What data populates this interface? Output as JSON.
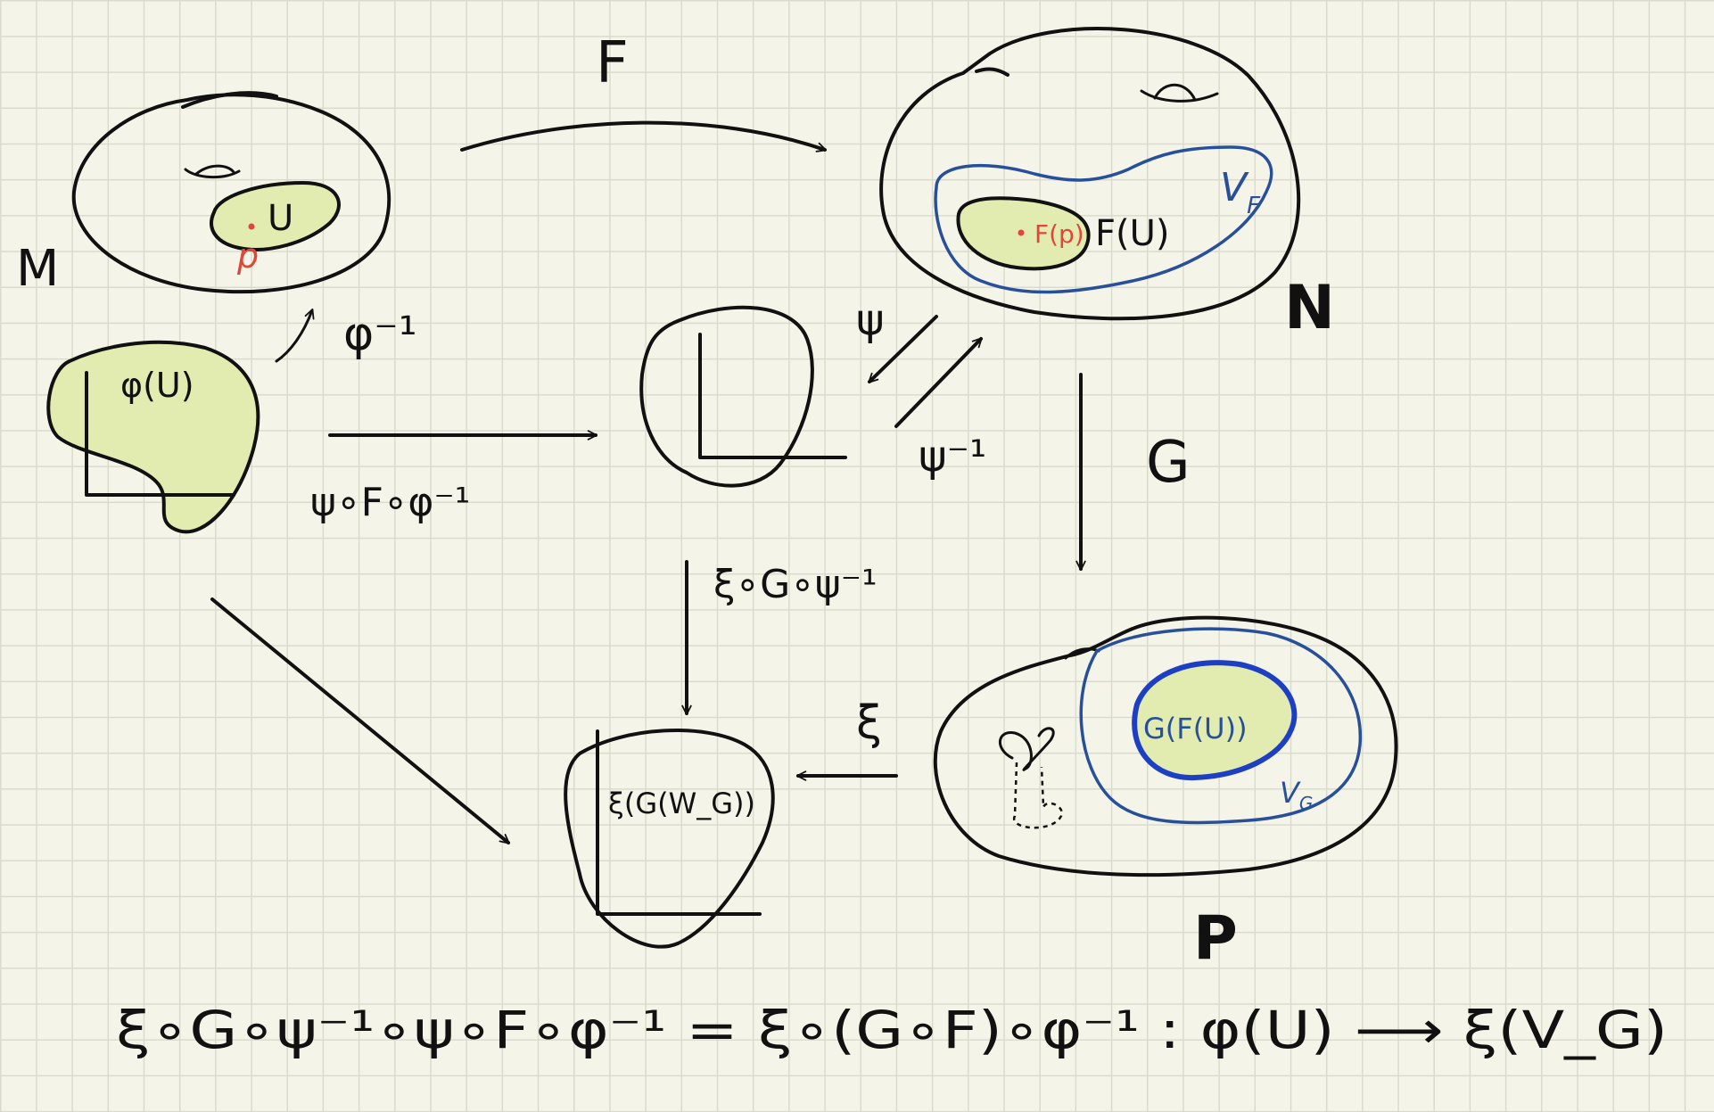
{
  "labels": {
    "M": "M",
    "N": "N",
    "P": "P",
    "F": "F",
    "G": "G",
    "U": "U",
    "p": "p",
    "phi_U": "φ(U)",
    "phi_inv": "φ⁻¹",
    "F_p": "F(p)",
    "F_U": "F(U)",
    "V_F": "V_F",
    "psi": "ψ",
    "psi_inv": "ψ⁻¹",
    "composite_top": "ψ∘F∘φ⁻¹",
    "composite_mid": "ξ∘G∘ψ⁻¹",
    "xi": "ξ",
    "G_F_U": "G(F(U))",
    "V_G": "V_G",
    "xi_G_W": "ξ(G(W_G))",
    "equation": "ξ∘G∘ψ⁻¹∘ψ∘F∘φ⁻¹ = ξ∘(G∘F)∘φ⁻¹ : φ(U) ⟶ ξ(V_G)"
  },
  "colors": {
    "background": "#f5f4e8",
    "grid": "#d9dccd",
    "ink": "#111111",
    "highlight": "#e3ecb0",
    "blue": "#28509a",
    "red": "#e0463c"
  }
}
